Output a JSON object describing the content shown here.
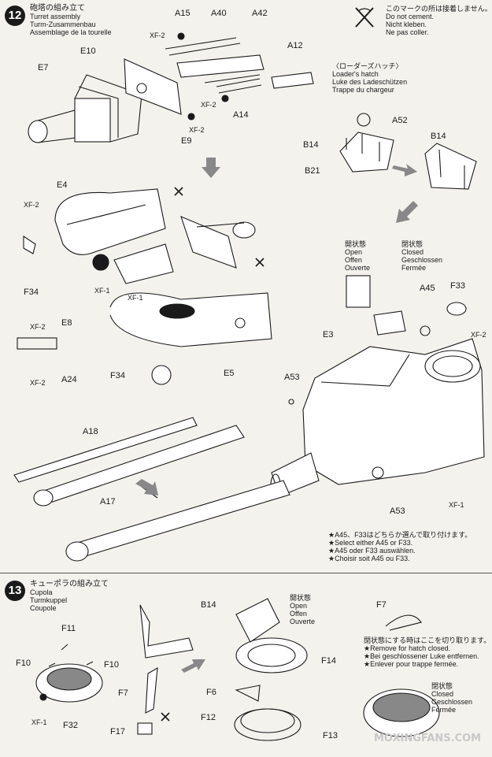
{
  "step12": {
    "number": "12",
    "title_jp": "砲塔の組み立て",
    "title_en": "Turret assembly",
    "title_de": "Turm-Zusammenbau",
    "title_fr": "Assemblage de la tourelle"
  },
  "no_cement": {
    "jp": "このマークの所は接着しません。",
    "en": "Do not cement.",
    "de": "Nicht kleben.",
    "fr": "Ne pas coller."
  },
  "loaders_hatch": {
    "jp": "〈ローダーズハッチ〉",
    "en": "Loader's hatch",
    "de": "Luke des Ladeschützen",
    "fr": "Trappe du chargeur"
  },
  "state_open": {
    "jp": "開状態",
    "en": "Open",
    "de": "Offen",
    "fr": "Ouverte"
  },
  "state_closed": {
    "jp": "閉状態",
    "en": "Closed",
    "de": "Geschlossen",
    "fr": "Fermée"
  },
  "select_note": {
    "jp": "★A45、F33はどちらか選んで取り付けます。",
    "en": "★Select either A45 or F33.",
    "de": "★A45 oder F33 auswählen.",
    "fr": "★Choisir soit A45 ou F33."
  },
  "step13": {
    "number": "13",
    "title_jp": "キューポラの組み立て",
    "title_en": "Cupola",
    "title_de": "Turmkuppel",
    "title_fr": "Coupole"
  },
  "remove_note": {
    "jp": "閉状態にする時はここを切り取ります。",
    "en": "★Remove for hatch closed.",
    "de": "★Bei geschlossener Luke entfernen.",
    "fr": "★Enlever pour trappe fermée."
  },
  "labels": {
    "a15": "A15",
    "a40": "A40",
    "a42": "A42",
    "a12": "A12",
    "e7": "E7",
    "e10": "E10",
    "xf2_a": "XF-2",
    "xf2_b": "XF-2",
    "xf2_c": "XF-2",
    "a14": "A14",
    "e9": "E9",
    "a52": "A52",
    "b14_a": "B14",
    "b14_b": "B14",
    "b21": "B21",
    "e4": "E4",
    "xf2_d": "XF-2",
    "f34_a": "F34",
    "xf1_a": "XF-1",
    "xf1_b": "XF-1",
    "xf2_e": "XF-2",
    "e8": "E8",
    "xf2_f": "XF-2",
    "a24": "A24",
    "f34_b": "F34",
    "e5": "E5",
    "a45": "A45",
    "f33": "F33",
    "xf2_g": "XF-2",
    "e3": "E3",
    "a53_a": "A53",
    "a18": "A18",
    "a17": "A17",
    "a53_b": "A53",
    "xf1_c": "XF-1",
    "f11": "F11",
    "f10_a": "F10",
    "f10_b": "F10",
    "xf1_d": "XF-1",
    "f32": "F32",
    "f7_a": "F7",
    "f17": "F17",
    "b14_c": "B14",
    "f14": "F14",
    "f6": "F6",
    "f12": "F12",
    "f13": "F13",
    "f7_b": "F7"
  },
  "watermark": "MOXINGFANS.COM",
  "colors": {
    "ink": "#1a1a1a",
    "paper": "#f4f2ed",
    "arrow_gray": "#888888"
  }
}
